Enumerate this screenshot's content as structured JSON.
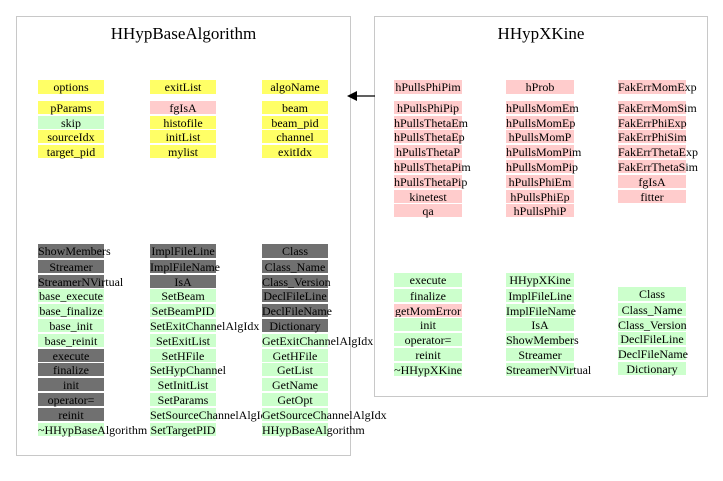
{
  "left": {
    "title": "HHypBaseAlgorithm",
    "col1_top": [
      {
        "t": "options",
        "c": "y"
      },
      {
        "t": "pParams",
        "c": "y"
      },
      {
        "t": "skip",
        "c": "g"
      },
      {
        "t": "sourceIdx",
        "c": "y"
      },
      {
        "t": "target_pid",
        "c": "y"
      }
    ],
    "col2_top": [
      {
        "t": "exitList",
        "c": "y"
      },
      {
        "t": "fgIsA",
        "c": "p"
      },
      {
        "t": "histofile",
        "c": "y"
      },
      {
        "t": "initList",
        "c": "y"
      },
      {
        "t": "mylist",
        "c": "y"
      }
    ],
    "col3_top": [
      {
        "t": "algoName",
        "c": "y"
      },
      {
        "t": "beam",
        "c": "y"
      },
      {
        "t": "beam_pid",
        "c": "y"
      },
      {
        "t": "channel",
        "c": "y"
      },
      {
        "t": "exitIdx",
        "c": "y"
      }
    ],
    "col1_bottom": [
      {
        "t": "ShowMembers",
        "c": "d"
      },
      {
        "t": "Streamer",
        "c": "d"
      },
      {
        "t": "StreamerNVirtual",
        "c": "d"
      },
      {
        "t": "base_execute",
        "c": "g"
      },
      {
        "t": "base_finalize",
        "c": "g"
      },
      {
        "t": "base_init",
        "c": "g"
      },
      {
        "t": "base_reinit",
        "c": "g"
      },
      {
        "t": "execute",
        "c": "d"
      },
      {
        "t": "finalize",
        "c": "d"
      },
      {
        "t": "init",
        "c": "d"
      },
      {
        "t": "operator=",
        "c": "d"
      },
      {
        "t": "reinit",
        "c": "d"
      },
      {
        "t": "~HHypBaseAlgorithm",
        "c": "g"
      }
    ],
    "col2_bottom": [
      {
        "t": "ImplFileLine",
        "c": "d"
      },
      {
        "t": "ImplFileName",
        "c": "d"
      },
      {
        "t": "IsA",
        "c": "d"
      },
      {
        "t": "SetBeam",
        "c": "g"
      },
      {
        "t": "SetBeamPID",
        "c": "g"
      },
      {
        "t": "SetExitChannelAlgIdx",
        "c": "g"
      },
      {
        "t": "SetExitList",
        "c": "g"
      },
      {
        "t": "SetHFile",
        "c": "g"
      },
      {
        "t": "SetHypChannel",
        "c": "g"
      },
      {
        "t": "SetInitList",
        "c": "g"
      },
      {
        "t": "SetParams",
        "c": "g"
      },
      {
        "t": "SetSourceChannelAlgIdx",
        "c": "g"
      },
      {
        "t": "SetTargetPID",
        "c": "g"
      }
    ],
    "col3_bottom": [
      {
        "t": "Class",
        "c": "d"
      },
      {
        "t": "Class_Name",
        "c": "d"
      },
      {
        "t": "Class_Version",
        "c": "d"
      },
      {
        "t": "DeclFileLine",
        "c": "d"
      },
      {
        "t": "DeclFileName",
        "c": "d"
      },
      {
        "t": "Dictionary",
        "c": "d"
      },
      {
        "t": "GetExitChannelAlgIdx",
        "c": "g"
      },
      {
        "t": "GetHFile",
        "c": "g"
      },
      {
        "t": "GetList",
        "c": "g"
      },
      {
        "t": "GetName",
        "c": "g"
      },
      {
        "t": "GetOpt",
        "c": "g"
      },
      {
        "t": "GetSourceChannelAlgIdx",
        "c": "g"
      },
      {
        "t": "HHypBaseAlgorithm",
        "c": "g"
      }
    ]
  },
  "right": {
    "title": "HHypXKine",
    "col1_top": [
      {
        "t": "hPullsPhiPim",
        "c": "p"
      },
      {
        "t": "hPullsPhiPip",
        "c": "p"
      },
      {
        "t": "hPullsThetaEm",
        "c": "p"
      },
      {
        "t": "hPullsThetaEp",
        "c": "p"
      },
      {
        "t": "hPullsThetaP",
        "c": "p"
      },
      {
        "t": "hPullsThetaPim",
        "c": "p"
      },
      {
        "t": "hPullsThetaPip",
        "c": "p"
      },
      {
        "t": "kinetest",
        "c": "p"
      },
      {
        "t": "qa",
        "c": "p"
      }
    ],
    "col2_top": [
      {
        "t": "hProb",
        "c": "p"
      },
      {
        "t": "hPullsMomEm",
        "c": "p"
      },
      {
        "t": "hPullsMomEp",
        "c": "p"
      },
      {
        "t": "hPullsMomP",
        "c": "p"
      },
      {
        "t": "hPullsMomPim",
        "c": "p"
      },
      {
        "t": "hPullsMomPip",
        "c": "p"
      },
      {
        "t": "hPullsPhiEm",
        "c": "p"
      },
      {
        "t": "hPullsPhiEp",
        "c": "p"
      },
      {
        "t": "hPullsPhiP",
        "c": "p"
      }
    ],
    "col3_top": [
      {
        "t": "FakErrMomExp",
        "c": "p"
      },
      {
        "t": "FakErrMomSim",
        "c": "p"
      },
      {
        "t": "FakErrPhiExp",
        "c": "p"
      },
      {
        "t": "FakErrPhiSim",
        "c": "p"
      },
      {
        "t": "FakErrThetaExp",
        "c": "p"
      },
      {
        "t": "FakErrThetaSim",
        "c": "p"
      },
      {
        "t": "fgIsA",
        "c": "p"
      },
      {
        "t": "fitter",
        "c": "p"
      }
    ],
    "col1_bottom": [
      {
        "t": "execute",
        "c": "g"
      },
      {
        "t": "finalize",
        "c": "g"
      },
      {
        "t": "getMomError",
        "c": "p"
      },
      {
        "t": "init",
        "c": "g"
      },
      {
        "t": "operator=",
        "c": "g"
      },
      {
        "t": "reinit",
        "c": "g"
      },
      {
        "t": "~HHypXKine",
        "c": "g"
      }
    ],
    "col2_bottom": [
      {
        "t": "HHypXKine",
        "c": "g"
      },
      {
        "t": "ImplFileLine",
        "c": "g"
      },
      {
        "t": "ImplFileName",
        "c": "g"
      },
      {
        "t": "IsA",
        "c": "g"
      },
      {
        "t": "ShowMembers",
        "c": "g"
      },
      {
        "t": "Streamer",
        "c": "g"
      },
      {
        "t": "StreamerNVirtual",
        "c": "g"
      }
    ],
    "col3_bottom": [
      {
        "t": "Class",
        "c": "g"
      },
      {
        "t": "Class_Name",
        "c": "g"
      },
      {
        "t": "Class_Version",
        "c": "g"
      },
      {
        "t": "DeclFileLine",
        "c": "g"
      },
      {
        "t": "DeclFileName",
        "c": "g"
      },
      {
        "t": "Dictionary",
        "c": "g"
      }
    ]
  }
}
